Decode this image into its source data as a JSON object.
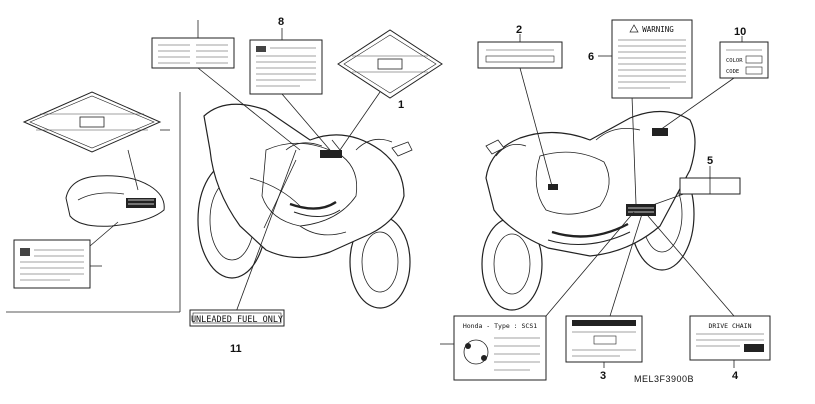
{
  "diagram": {
    "figure_code": "MEL3F3900B",
    "callouts": {
      "c1": "1",
      "c2": "2",
      "c3": "3",
      "c4": "4",
      "c5": "5",
      "c6": "6",
      "c8": "8",
      "c10": "10",
      "c11": "11"
    },
    "labels": {
      "fuel": "UNLEADED FUEL ONLY",
      "warning": "WARNING",
      "drive_chain": "DRIVE CHAIN",
      "type": "Honda - Type : SCS1",
      "color": "COLOR",
      "code": "CODE"
    }
  }
}
